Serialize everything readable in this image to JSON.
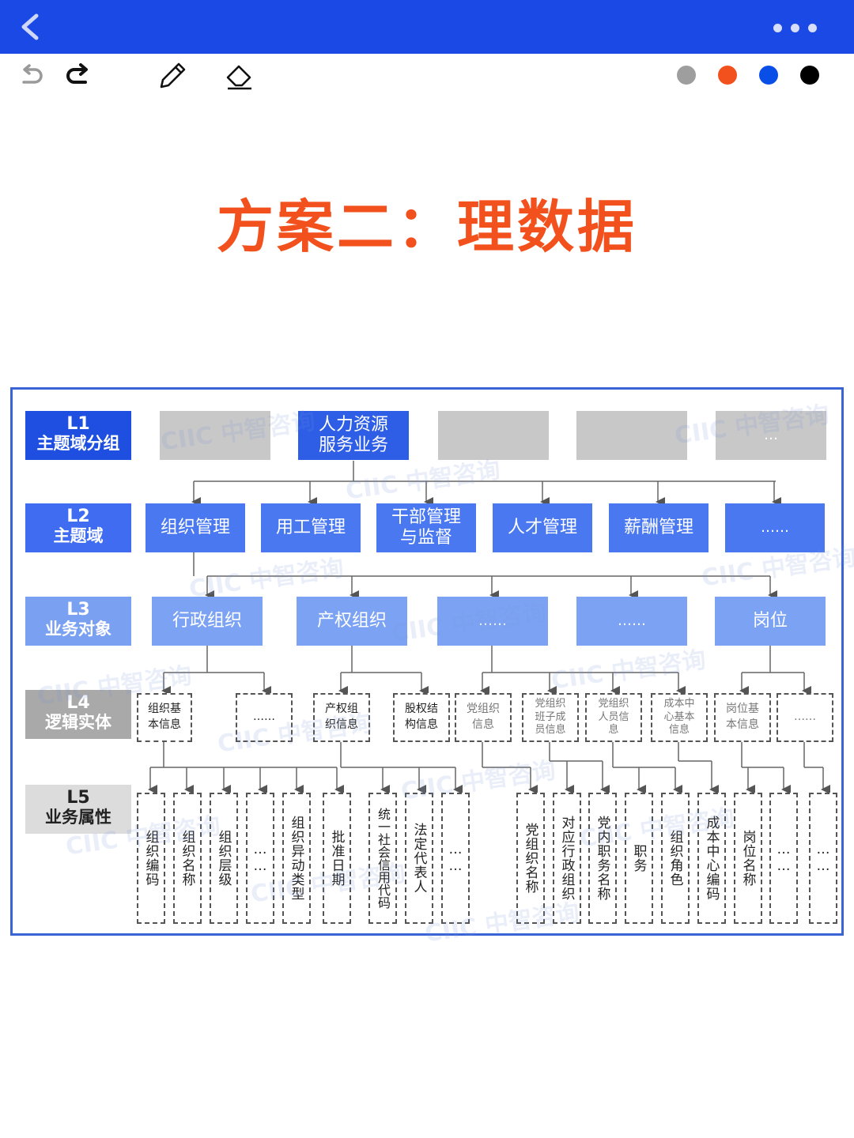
{
  "title": "方案二：理数据",
  "colors": {
    "topbar": "#1a49e6",
    "title": "#f2501c",
    "swatch_gray": "#9e9e9e",
    "swatch_orange": "#f2501c",
    "swatch_blue": "#0a4ee8",
    "swatch_black": "#000000"
  },
  "icons": [
    "back-icon",
    "more-icon",
    "undo-icon",
    "redo-icon",
    "pencil-icon",
    "eraser-icon"
  ],
  "levels": [
    {
      "code": "L1",
      "name": "主题域分组"
    },
    {
      "code": "L2",
      "name": "主题域"
    },
    {
      "code": "L3",
      "name": "业务对象"
    },
    {
      "code": "L4",
      "name": "逻辑实体"
    },
    {
      "code": "L5",
      "name": "业务属性"
    }
  ],
  "l1": {
    "main_line1": "人力资源",
    "main_line2": "服务业务",
    "more": "…"
  },
  "l2": [
    "组织管理",
    "用工管理",
    "干部管理\n与监督",
    "人才管理",
    "薪酬管理",
    "……"
  ],
  "l3": [
    "行政组织",
    "产权组织",
    "……",
    "……",
    "岗位"
  ],
  "l4": [
    "组织基\n本信息",
    "……",
    "产权组\n织信息",
    "股权结\n构信息",
    "党组织\n信息",
    "党组织\n班子成\n员信息",
    "党组织\n人员信\n息",
    "成本中\n心基本\n信息",
    "岗位基\n本信息",
    "……"
  ],
  "l5": [
    "组织编码",
    "组织名称",
    "组织层级",
    "……",
    "组织异动类型",
    "批准日期",
    "统一社会信用代码",
    "法定代表人",
    "……",
    "党组织名称",
    "对应行政组织",
    "党内职务名称",
    "职务",
    "组织角色",
    "成本中心编码",
    "岗位名称",
    "……",
    "……"
  ],
  "watermark": "CIIC 中智咨询"
}
